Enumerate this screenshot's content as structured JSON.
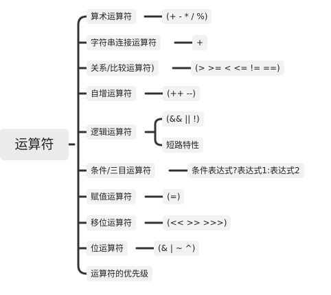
{
  "root": "运算符",
  "branches": [
    {
      "label": "算术运算符",
      "detail": "(+ - * / %)"
    },
    {
      "label": "字符串连接运算符",
      "detail": "+"
    },
    {
      "label": "关系/比较运算符)",
      "detail": "(> >= < <= != ==)"
    },
    {
      "label": "自增运算符",
      "detail": "(++ --)"
    },
    {
      "label": "逻辑运算符",
      "details": [
        "(&& || !)",
        "短路特性"
      ]
    },
    {
      "label": "条件/三目运算符",
      "detail": "条件表达式?表达式1:表达式2"
    },
    {
      "label": "赋值运算符",
      "detail": "(=)"
    },
    {
      "label": "移位运算符",
      "detail": "(<< >> >>>)"
    },
    {
      "label": "位运算符",
      "detail": "(& | ~ ^)"
    },
    {
      "label": "运算符的优先级"
    }
  ]
}
